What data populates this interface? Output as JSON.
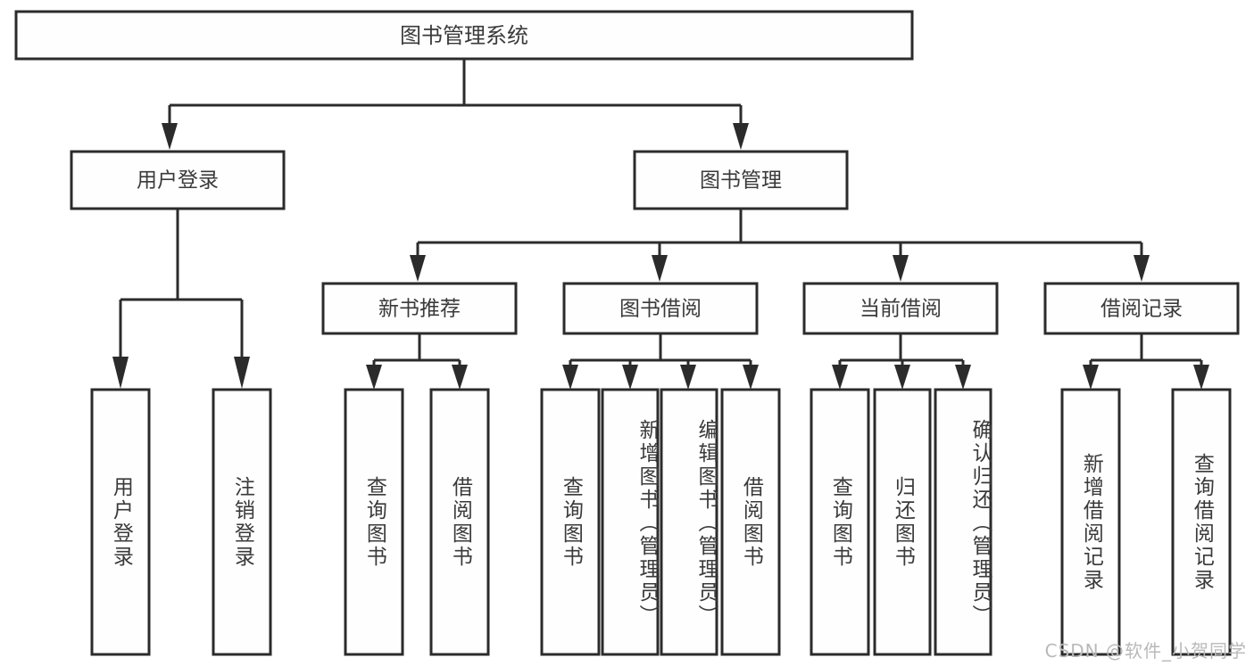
{
  "diagram": {
    "title": "图书管理系统",
    "type": "tree-hierarchy",
    "watermark": "CSDN @软件_小贺同学",
    "colors": {
      "box_stroke": "#2b2b2b",
      "box_fill": "#fefefe",
      "text": "#3a3a3a",
      "background": "#ffffff",
      "watermark": "#b9b9b9"
    },
    "root": {
      "label": "图书管理系统"
    },
    "level1": [
      {
        "label": "用户登录"
      },
      {
        "label": "图书管理"
      }
    ],
    "level2": [
      {
        "label": "新书推荐"
      },
      {
        "label": "图书借阅"
      },
      {
        "label": "当前借阅"
      },
      {
        "label": "借阅记录"
      }
    ],
    "leaves": {
      "user_login": [
        {
          "label": "用户登录"
        },
        {
          "label": "注销登录"
        }
      ],
      "new_book_rec": [
        {
          "label": "查询图书"
        },
        {
          "label": "借阅图书"
        }
      ],
      "book_borrow": [
        {
          "label": "查询图书"
        },
        {
          "label": "新增图书（管理员）"
        },
        {
          "label": "编辑图书（管理员）"
        },
        {
          "label": "借阅图书"
        }
      ],
      "current_borrow": [
        {
          "label": "查询图书"
        },
        {
          "label": "归还图书"
        },
        {
          "label": "确认归还（管理员）"
        }
      ],
      "borrow_record": [
        {
          "label": "新增借阅记录"
        },
        {
          "label": "查询借阅记录"
        }
      ]
    }
  }
}
